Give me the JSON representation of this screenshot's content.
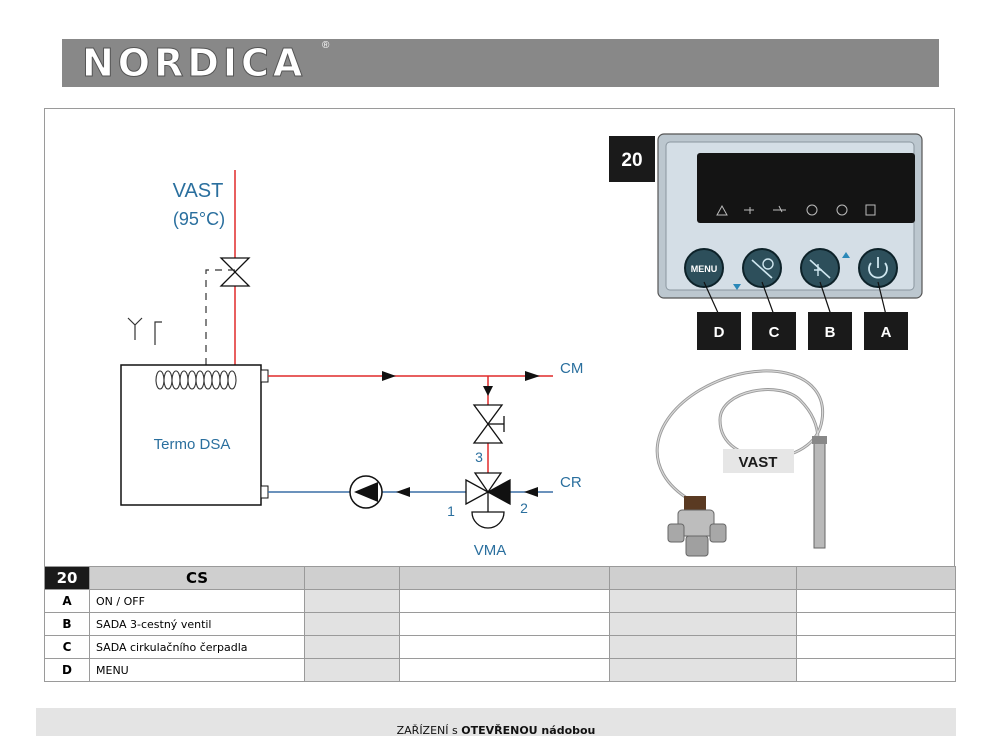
{
  "header": {
    "brand": "NORDICA",
    "brand_mark": "®"
  },
  "figure_number": "20",
  "panel": {
    "buttons": [
      "MENU",
      "",
      "",
      ""
    ],
    "button_letters": [
      "D",
      "C",
      "B",
      "A"
    ]
  },
  "diagram": {
    "vast_label": "VAST",
    "vast_temp": "(95°C)",
    "tank_label": "Termo DSA",
    "cm_label": "CM",
    "cr_label": "CR",
    "vma_label": "VMA",
    "port_1": "1",
    "port_2": "2",
    "port_3": "3",
    "sensor_label": "VAST"
  },
  "legend": {
    "number": "20",
    "lang": "CS",
    "rows": [
      {
        "key": "A",
        "text": "ON / OFF"
      },
      {
        "key": "B",
        "text": "SADA 3-cestný ventil"
      },
      {
        "key": "C",
        "text": "SADA cirkulačního čerpadla"
      },
      {
        "key": "D",
        "text": "MENU"
      }
    ]
  },
  "footer": {
    "prefix": "ZAŘÍZENÍ s ",
    "bold": "OTEVŘENOU nádobou"
  },
  "colors": {
    "hot_pipe": "#e02a2a",
    "cold_pipe": "#3a6ea5",
    "label_blue": "#2a6f9e",
    "panel_bg": "#d4dee6"
  }
}
